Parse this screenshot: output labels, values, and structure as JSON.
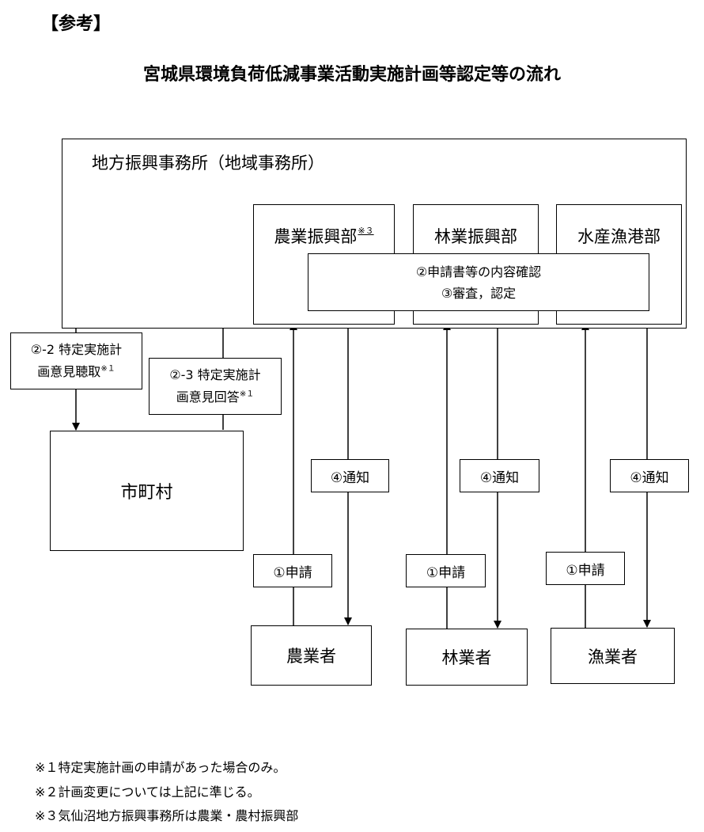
{
  "header_tag": "【参考】",
  "title": "宮城県環境負荷低減事業活動実施計画等認定等の流れ",
  "office": {
    "name": "地方振興事務所（地域事務所）",
    "departments": [
      {
        "name": "農業振興部",
        "note": "※３"
      },
      {
        "name": "林業振興部"
      },
      {
        "name": "水産漁港部"
      }
    ],
    "review_lines": [
      "②申請書等の内容確認",
      "③審査，認定"
    ]
  },
  "municipality": "市町村",
  "hearing": {
    "line1": "②-2 特定実施計",
    "line2": "画意見聴取",
    "note": "※１"
  },
  "response": {
    "line1": "②-3 特定実施計",
    "line2": "画意見回答",
    "note": "※１"
  },
  "notify_label": "④通知",
  "apply_label": "①申請",
  "applicants": [
    "農業者",
    "林業者",
    "漁業者"
  ],
  "footnotes": [
    "※１特定実施計画の申請があった場合のみ。",
    "※２計画変更については上記に準じる。",
    "※３気仙沼地方振興事務所は農業・農村振興部"
  ]
}
